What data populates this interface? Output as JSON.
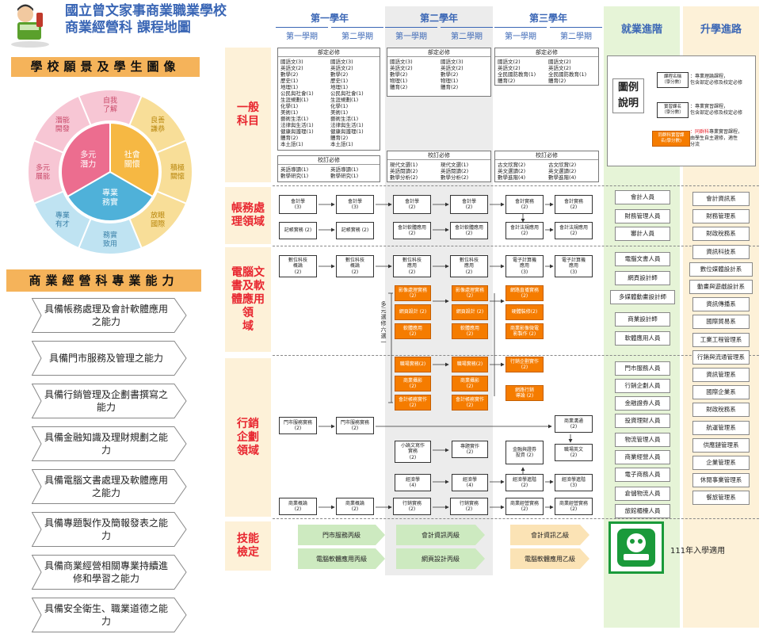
{
  "header": {
    "school_name": "國立曾文家事商業職業學校",
    "subtitle": "商業經營科  課程地圖"
  },
  "vision_title": "學校願景及學生圖像",
  "wheel": {
    "inner": [
      "多元\n潛力",
      "社會\n關懷",
      "專業\n務實"
    ],
    "outer": [
      "自我\n了解",
      "良善\n謙恭",
      "積極\n關懷",
      "放眼\n國際",
      "務實\n致用",
      "專業\n有才",
      "多元\n展能",
      "潛能\n開發"
    ]
  },
  "ability_title": "商業經營科專業能力",
  "abilities": [
    "具備帳務處理及會計軟體應用之能力",
    "具備門市服務及管理之能力",
    "具備行銷管理及企劃書撰寫之能力",
    "具備金融知識及理財規劃之能力",
    "具備電腦文書處理及軟體應用之能力",
    "具備專題製作及簡報發表之能力",
    "具備商業經營相關專業持續進修和學習之能力",
    "具備安全衛生、職業道德之能力"
  ],
  "years": [
    {
      "label": "第一學年",
      "sems": [
        "第一學期",
        "第二學期"
      ]
    },
    {
      "label": "第二學年",
      "sems": [
        "第一學期",
        "第二學期"
      ]
    },
    {
      "label": "第三學年",
      "sems": [
        "第一學期",
        "第二學期"
      ]
    }
  ],
  "career_head": "就業進階",
  "study_head": "升學進路",
  "domains": {
    "general": "一般\n科目",
    "accounting": "帳務處\n理領域",
    "computer": "電腦文\n書及軟\n體應用\n領\n域",
    "marketing": "行銷\n企劃\n領域",
    "skills": "技能\n檢定"
  },
  "general": {
    "required_title": "部定必修",
    "y1": [
      "國語文(3)\n英語文(2)\n數學(2)\n歷史(1)\n地理(1)\n公民與社會(1)\n生涯規劃(1)\n化學(1)\n美術(1)\n藝術生活(1)\n法律與生活(1)\n健康與護理(1)\n體育(2)\n本土語(1)",
      "國語文(3)\n英語文(2)\n數學(2)\n歷史(1)\n地理(1)\n公民與社會(1)\n生涯規劃(1)\n化學(1)\n美術(1)\n藝術生活(1)\n法律與生活(1)\n健康與護理(1)\n體育(2)\n本土語(1)"
    ],
    "y2": [
      "國語文(3)\n英語文(2)\n數學(2)\n物理(1)\n體育(2)",
      "國語文(3)\n英語文(2)\n數學(2)\n物理(1)\n體育(2)"
    ],
    "y3": [
      "國語文(2)\n英語文(2)\n全民國防教育(1)\n體育(2)",
      "國語文(2)\n英語文(2)\n全民國防教育(1)\n體育(2)"
    ],
    "elective_title": "校訂必修",
    "e1": [
      "英語導讀(1)\n數學研究(1)",
      "英語導讀(1)\n數學研究(1)"
    ],
    "e2": [
      "現代文選(1)\n英語閱讀(2)\n數學分析(2)",
      "現代文選(1)\n英語閱讀(2)\n數學分析(2)"
    ],
    "e3": [
      "古文欣賞(2)\n英文選讀(2)\n數學進階(4)",
      "古文欣賞(2)\n英文選讀(2)\n數學進階(4)"
    ]
  },
  "accounting": {
    "row1": [
      "會計學\n(3)",
      "會計學\n(3)",
      "會計學\n(2)",
      "會計學\n(2)",
      "會計實務\n(2)",
      "會計實務\n(2)"
    ],
    "row2": [
      "記帳實務 (2)",
      "記帳實務 (2)",
      "會計軟體應用\n(2)",
      "會計軟體應用\n(2)",
      "會計法規應用\n(2)",
      "會計法規應用\n(2)"
    ]
  },
  "computer": {
    "row1": [
      "數位科技\n概論\n(2)",
      "數位科技\n概論\n(2)",
      "數位科技\n應用\n(2)",
      "數位科技\n應用\n(2)",
      "電子計算機\n應用\n(3)",
      "電子計算機\n應用\n(3)"
    ],
    "multi_elective": "多元選修六選一",
    "orange_y2a": [
      "影像處理實務\n（2）",
      "網頁設計 (2)",
      "軟體應用\n(2)"
    ],
    "orange_y2b": [
      "影像處理實務\n（2）",
      "網頁設計 (2)",
      "軟體應用\n(2)"
    ],
    "orange_y3": [
      "網路直播實務\n(2)",
      "硬體裝修(2)",
      "商業影像微電\n影製作 (2)"
    ]
  },
  "marketing": {
    "orange_y2a": [
      "職場實務(2)",
      "商業攝影\n(2)",
      "會計帳務實作\n(2)"
    ],
    "orange_y2b": [
      "職場實務(2)",
      "商業攝影\n(2)",
      "會計帳務實作\n(2)"
    ],
    "orange_y3": [
      "行銷企劃實作\n(2)",
      "網路行銷\n導論 (2)"
    ],
    "store": [
      "門市服務實務\n(2)",
      "門市服務實務\n(2)"
    ],
    "comm": "商業溝通\n(2)",
    "startup": "小論文寫作\n實務\n(2)",
    "project": "專題實作\n(2)",
    "finance": "金融與證券\n投資 (2)",
    "english": "職場英文\n(2)",
    "econ": [
      "經濟學\n(4)",
      "經濟學\n(4)",
      "經濟學進階\n(2)",
      "經濟學進階\n(3)"
    ],
    "biz": [
      "商業概論\n(2)",
      "商業概論\n(2)",
      "行銷實務\n(2)",
      "行銷實務\n(2)",
      "商業經營實務\n(2)",
      "商業經營實務\n(2)"
    ]
  },
  "skills": {
    "y1": [
      "門市服務丙級",
      "電腦軟體應用丙級"
    ],
    "y2": [
      "會計資訊丙級",
      "網頁設計丙級"
    ],
    "y3": [
      "會計資訊乙級",
      "電腦軟體應用乙級"
    ]
  },
  "legend": {
    "title": "圖例\n說明",
    "items": [
      {
        "tag": "課程名稱\n（學分數）",
        "desc": "：專業理論課程，\n包含部定必修及校定必修"
      },
      {
        "tag": "實習課名\n（學分數）",
        "desc": "：專業實習課程，\n包含部定必修及校定必修"
      },
      {
        "tag": "同群科實習課\n名(學分數)",
        "desc_red": "：同群科",
        "desc": "專業實習課程，\n由學生自主選修，適性\n分流"
      }
    ]
  },
  "careers": {
    "accounting": [
      "會計人員",
      "財務管理人員",
      "審計人員"
    ],
    "computer": [
      "電腦文書人員",
      "網頁設計師",
      "多媒體動畫設計師",
      "商業設計師",
      "軟體應用人員"
    ],
    "marketing": [
      "門市服務人員",
      "行銷企劃人員",
      "金融證券人員",
      "投資理財人員",
      "物流管理人員",
      "商業經營人員",
      "電子商務人員",
      "倉儲物流人員",
      "旅館櫃檯人員"
    ]
  },
  "study": [
    "會計資訊系",
    "財務管理系",
    "財政稅務系",
    "資訊科技系",
    "數位媒體設計系",
    "動畫與遊戲設計系",
    "資訊傳播系",
    "國際貿易系",
    "工業工程管理系",
    "行銷與流通管理系",
    "資訊管理系",
    "國際企業系",
    "財政稅務系",
    "航運管理系",
    "供應鏈管理系",
    "企業管理系",
    "休閒事業管理系",
    "餐旅管理系"
  ],
  "year_note": "111年入學適用",
  "colors": {
    "accent": "#3a66b5",
    "domain": "#e8262f",
    "orange": "#f57c00",
    "green_band": "#e6f4d7",
    "cream_band": "#fdf1d8",
    "logo_green": "#1a9a3a"
  }
}
